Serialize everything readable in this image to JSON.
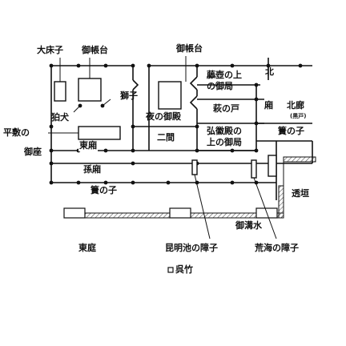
{
  "labels": {
    "daishouji": "大床子",
    "michoudai_left": "御帳台",
    "michoudai_center": "御帳台",
    "kita": "北",
    "fujitsubo_line1": "藤壺の上",
    "fujitsubo_line2": "の御局",
    "shishi": "獅子",
    "komainu": "狛犬",
    "yoru_no_otodo": "夜の御殿",
    "hagi_no_to": "萩の戸",
    "hisashi": "廂",
    "kitarou": "北廊",
    "kuroto": "(黒戸)",
    "hirashiki_line1": "平敷の",
    "hirashiki_line2": "御座",
    "higashi_hisashi": "東廂",
    "futama": "二間",
    "kokiden_line1": "弘徽殿の",
    "kokiden_line2": "上の御局",
    "sunoko_right": "簀の子",
    "magobisashi": "孫廂",
    "sunoko_bottom": "簀の子",
    "sukigaki": "透垣",
    "mikawamizu": "御溝水",
    "touteri": "東庭",
    "konmeichi": "昆明池の障子",
    "araumi": "荒海の障子",
    "kuretake": "呉竹"
  },
  "colors": {
    "ink": "#111111",
    "paper": "#ffffff",
    "hatch": "#555555"
  }
}
